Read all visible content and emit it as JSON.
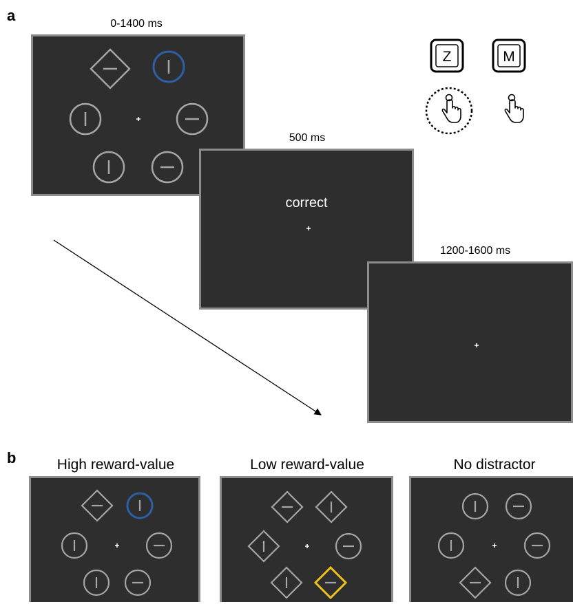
{
  "panel_a": {
    "letter": "a",
    "timings": [
      "0-1400 ms",
      "500 ms",
      "1200-1600 ms"
    ],
    "feedback_text": "correct",
    "keys": [
      "Z",
      "M"
    ]
  },
  "panel_b": {
    "letter": "b",
    "conditions": [
      "High reward-value",
      "Low reward-value",
      "No distractor"
    ]
  },
  "colors": {
    "screen_bg": "#2e2e2e",
    "screen_border": "#8c8c8c",
    "shape_gray": "#a6a6a6",
    "target_blue": "#2e5fa3",
    "distractor_yellow": "#f2c21b",
    "fixation": "#ffffff"
  }
}
